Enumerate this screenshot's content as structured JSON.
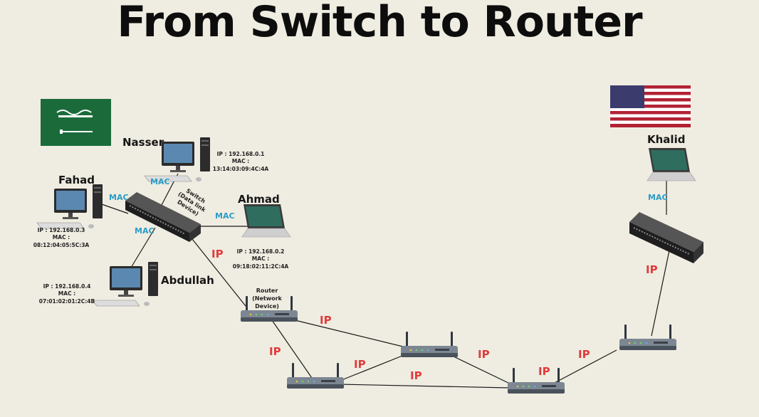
{
  "title": "From Switch to Router",
  "hosts": {
    "nasser": {
      "name": "Nasser",
      "ip": "IP : 192.168.0.1",
      "mac_label": "MAC :",
      "mac": "13:14:03:09:4C:4A"
    },
    "fahad": {
      "name": "Fahad",
      "ip": "IP : 192.168.0.3",
      "mac_label": "MAC :",
      "mac": "08:12:04:05:5C:3A"
    },
    "ahmad": {
      "name": "Ahmad",
      "ip": "IP : 192.168.0.2",
      "mac_label": "MAC :",
      "mac": "09:18:02:11:2C:4A"
    },
    "abdullah": {
      "name": "Abdullah",
      "ip": "IP : 192.168.0.4",
      "mac_label": "MAC :",
      "mac": "07:01:02:01:2C:4B"
    },
    "khalid": {
      "name": "Khalid"
    }
  },
  "devices": {
    "switch_lines": [
      "Switch",
      "(Data link",
      "Device)"
    ],
    "router_lines": [
      "Router",
      "(Network",
      "Device)"
    ]
  },
  "link_labels": {
    "mac": "MAC",
    "ip": "IP"
  },
  "flags": {
    "left": "saudi-arabia-flag",
    "right": "united-states-flag"
  },
  "colors": {
    "background": "#efece1",
    "mac_label": "#2a9dc7",
    "ip_label": "#e23a3a",
    "saudi_green": "#1b6b3a",
    "us_red": "#b22234",
    "us_blue": "#3c3b6e"
  }
}
